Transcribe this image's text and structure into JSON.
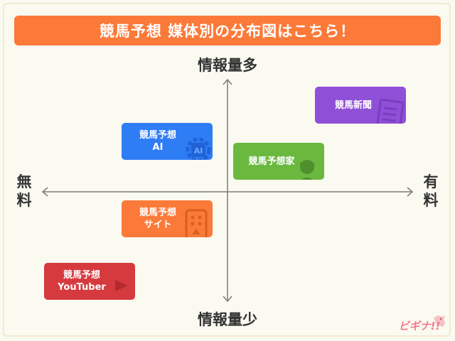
{
  "title": "競馬予想 媒体別の分布図はこちら！",
  "axes": {
    "top": "情報量多",
    "bottom": "情報量少",
    "left": "無料",
    "right": "有料"
  },
  "cards": {
    "shinbun": "競馬新聞",
    "ai": "競馬予想\nAI",
    "yosouka": "競馬予想家",
    "site": "競馬予想\nサイト",
    "youtuber": "競馬予想\nYouTuber"
  },
  "colors": {
    "title_bg": "#fb7a3a",
    "shinbun": "#8f4fd6",
    "ai": "#2f7df5",
    "yosouka": "#6ab83e",
    "site": "#fb7a3a",
    "youtuber": "#d63a3e"
  },
  "icons": {
    "shinbun": "newspaper-icon",
    "ai": "ai-gear-icon",
    "yosouka": "person-icon",
    "site": "app-screen-icon",
    "youtuber": "play-icon"
  },
  "logo_text": "ビギナ!!"
}
